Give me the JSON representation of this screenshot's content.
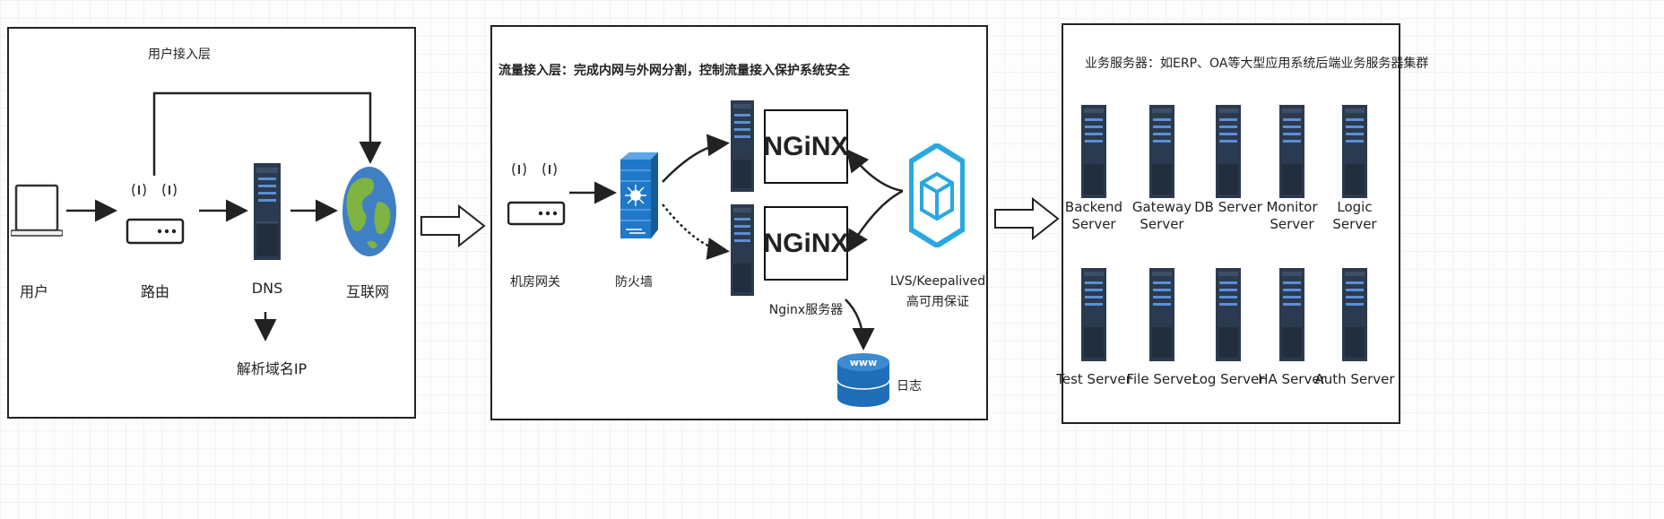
{
  "panels": {
    "user_access": {
      "title": "用户接入层",
      "nodes": {
        "user": "用户",
        "router": "路由",
        "dns": "DNS",
        "internet": "互联网",
        "resolve": "解析域名IP"
      }
    },
    "traffic_access": {
      "title": "流量接入层：完成内网与外网分割，控制流量接入保护系统安全",
      "nodes": {
        "gateway": "机房网关",
        "firewall": "防火墙",
        "nginx_logo": "NGiNX",
        "nginx_logo_2": "NGiNX",
        "nginx_servers": "Nginx服务器",
        "lvs_line1": "LVS/Keepalived",
        "lvs_line2": "高可用保证",
        "www": "www",
        "log": "日志"
      }
    },
    "business": {
      "title": "业务服务器：如ERP、OA等大型应用系统后端业务服务器集群",
      "row1": [
        {
          "line1": "Backend",
          "line2": "Server"
        },
        {
          "line1": "Gateway",
          "line2": "Server"
        },
        {
          "line1": "DB Server",
          "line2": ""
        },
        {
          "line1": "Monitor",
          "line2": "Server"
        },
        {
          "line1": "Logic",
          "line2": "Server"
        }
      ],
      "row2": [
        {
          "line1": "Test Server",
          "line2": ""
        },
        {
          "line1": "File Server",
          "line2": ""
        },
        {
          "line1": "Log Server",
          "line2": ""
        },
        {
          "line1": "HA Server",
          "line2": ""
        },
        {
          "line1": "Auth Server",
          "line2": ""
        }
      ]
    }
  },
  "colors": {
    "server_dark": "#2b3a4e",
    "server_light": "#5b8fd6",
    "blue": "#1f78c8",
    "lvs": "#29a8e0",
    "earth_sea": "#3f7fc4",
    "earth_land": "#7fb342"
  },
  "icons": [
    "laptop-icon",
    "router-icon",
    "server-icon",
    "globe-icon",
    "firewall-icon",
    "nginx-logo",
    "lvs-icon",
    "database-icon"
  ]
}
